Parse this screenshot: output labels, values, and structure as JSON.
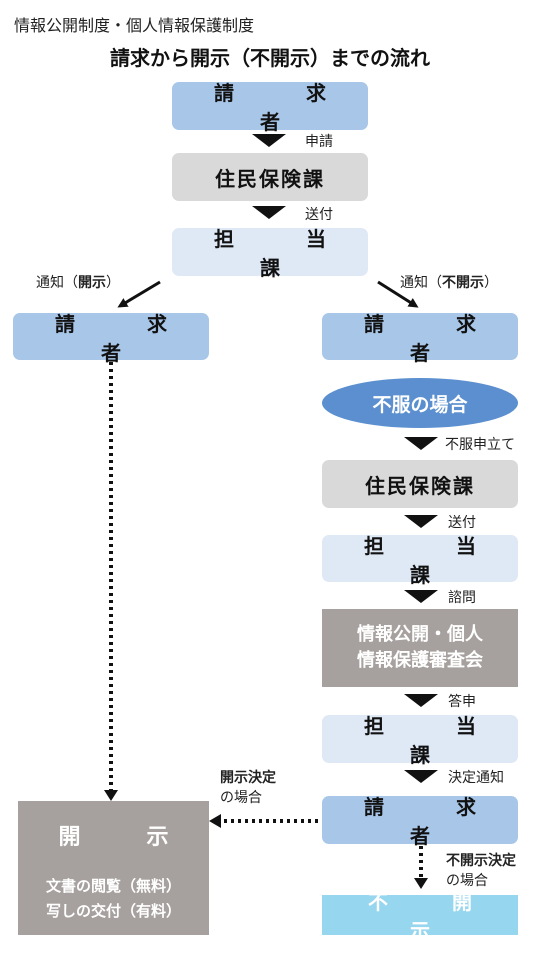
{
  "header": {
    "subtitle": "情報公開制度・個人情報保護制度",
    "title": "請求から開示（不開示）までの流れ"
  },
  "main": {
    "requester_top": "請　求　者",
    "jumin_top": "住民保険課",
    "tanto_top": "担　当　課",
    "edge_apply": "申請",
    "edge_send1": "送付"
  },
  "left": {
    "notice_prefix": "通知（",
    "notice_bold": "開示",
    "notice_suffix": "）",
    "requester": "請　求　者"
  },
  "right": {
    "notice_prefix": "通知（",
    "notice_bold": "不開示",
    "notice_suffix": "）",
    "requester": "請　求　者",
    "dissatisfied": "不服の場合",
    "edge_objection": "不服申立て",
    "jumin": "住民保険課",
    "edge_send2": "送付",
    "tanto1": "担　当　課",
    "edge_inquiry": "諮問",
    "council_line1": "情報公開・個人",
    "council_line2": "情報保護審査会",
    "edge_report": "答申",
    "tanto2": "担　当　課",
    "edge_decision": "決定通知",
    "requester_final": "請　求　者",
    "nondisclose_note_bold": "不開示決定",
    "nondisclose_note_rest": "の場合",
    "nondisclose": "不　開　示"
  },
  "disclosure": {
    "title": "開　示",
    "line1": "文書の閲覧（無料）",
    "line2": "写しの交付（有料）",
    "note_bold": "開示決定",
    "note_rest": "の場合"
  }
}
